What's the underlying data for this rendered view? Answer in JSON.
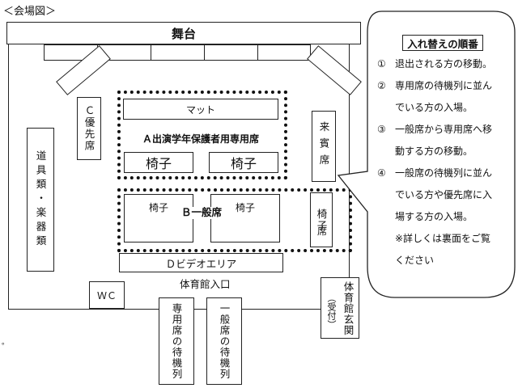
{
  "caption": "＜会場図＞",
  "stage_label": "舞台",
  "mat_label": "マット",
  "area_a_label": "Ａ出演学年保護者用専用席",
  "chair_label": "椅子",
  "area_b_label": "Ｂ一般席",
  "area_c_label": "Ｃ優先席",
  "area_d_label": "Ｄビデオエリア",
  "guest_label": "来賓席",
  "props_label": "道具類・楽器類",
  "wc_label": "ＷＣ",
  "gym_entrance_label": "体育館入口",
  "gym_hall_label": "体育館玄関",
  "reception_label": "（受付）",
  "reserved_queue_label": "専用席の待機列",
  "general_queue_label": "一般席の待機列",
  "legend": {
    "title": "入れ替えの順番",
    "items": [
      {
        "num": "①",
        "text": "退出される方の移動。"
      },
      {
        "num": "②",
        "text": "専用席の待機列に並ん"
      },
      {
        "num": "",
        "text": "でいる方の入場。"
      },
      {
        "num": "③",
        "text": "一般席から専用席へ移"
      },
      {
        "num": "",
        "text": "動する方の移動。"
      },
      {
        "num": "④",
        "text": "一般席の待機列に並ん"
      },
      {
        "num": "",
        "text": "でいる方や優先席に入"
      },
      {
        "num": "",
        "text": "場する方の入場。"
      },
      {
        "num": "",
        "text": "※詳しくは裏面をご覧"
      },
      {
        "num": "",
        "text": "ください"
      }
    ]
  },
  "footnote_mark": "。"
}
